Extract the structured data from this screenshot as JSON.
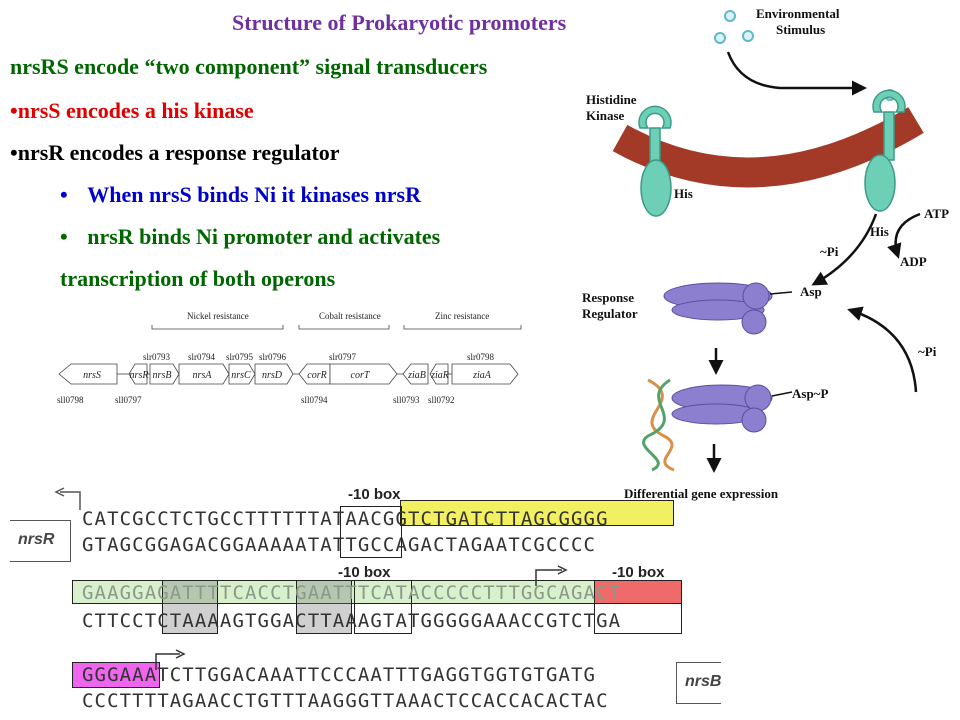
{
  "slide": {
    "title": "Structure of Prokaryotic promoters",
    "line1": "nrsRS encode “two component” signal transducers",
    "line2": "•nrsS encodes a his kinase",
    "line3": "•nrsR encodes a response regulator",
    "bullet1": "When nrsS binds Ni it kinases nrsR",
    "bullet2": "nrsR binds Ni promoter and activates",
    "bullet2_cont": "transcription of both operons",
    "bullet_symbol": "•"
  },
  "operon_map": {
    "groups": [
      "Nickel resistance",
      "Cobalt resistance",
      "Zinc resistance"
    ],
    "top_ids": [
      "slr0793",
      "slr0794",
      "slr0795",
      "slr0796",
      "slr0797",
      "slr0798"
    ],
    "genes": [
      "nrsS",
      "nrsR",
      "nrsB",
      "nrsA",
      "nrsC",
      "nrsD",
      "corR",
      "corT",
      "ziaB",
      "ziaR",
      "ziaA"
    ],
    "bottom_ids": [
      "sll0798",
      "sll0797",
      "sll0794",
      "sll0793",
      "sll0792"
    ]
  },
  "signal_diagram": {
    "environmental_stimulus": [
      "Environmental",
      "Stimulus"
    ],
    "histidine_kinase": [
      "Histidine",
      "Kinase"
    ],
    "membrane": "cytoplasmic membrane",
    "his1": "His",
    "his2": "His",
    "atp": "ATP",
    "adp": "ADP",
    "pi1": "~Pi",
    "pi2": "~Pi",
    "response_regulator": [
      "Response",
      "Regulator"
    ],
    "asp": "Asp",
    "asp_p": "Asp~P",
    "output": "Differential gene expression"
  },
  "sequence": {
    "nrsR_label": "nrsR",
    "nrsB_label": "nrsB",
    "box1": "-10 box",
    "box2": "-10 box",
    "box3": "-10 box",
    "row1_top": "CATCGCCTCTGCCTTTTTTATAACGGTCTGATCTTAGCGGGG",
    "row1_bottom": "GTAGCGGAGACGGAAAAATATTGCCAGACTAGAATCGCCCC",
    "row2_top": "GAAGGAGATTTTCACCTGAATTTCATACCCCCTTTGGCAGACT",
    "row2_bottom": "CTTCCTCTAAAAGTGGACTTAAAGTATGGGGGAAACCGTCTGA",
    "row3_top": "GGGAAATCTTGGACAAATTCCCAATTTGAGGTGGTGTGATG",
    "row3_bottom": "CCCTTTTAGAACCTGTTTAAGGGTTAAACTCCACCACACTAC",
    "highlight_colors": {
      "yellow": "#f2f060",
      "green": "#d8f0cc",
      "red": "#f06a6a",
      "magenta": "#ee66ee"
    }
  }
}
